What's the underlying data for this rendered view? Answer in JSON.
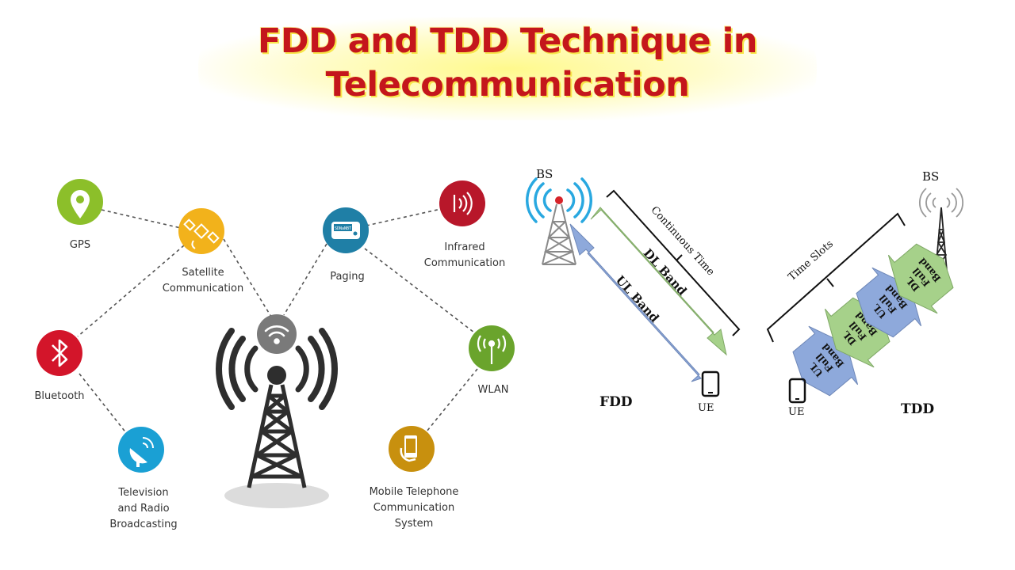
{
  "title": {
    "line1": "FDD and TDD Technique in",
    "line2": "Telecommunication"
  },
  "network": {
    "nodes": {
      "gps": [
        "GPS"
      ],
      "satellite": [
        "Satellite",
        "Communication"
      ],
      "bluetooth": [
        "Bluetooth"
      ],
      "tv_radio": [
        "Television",
        "and Radio",
        "Broadcasting"
      ],
      "paging": [
        "Paging"
      ],
      "infrared": [
        "Infrared",
        "Communication"
      ],
      "wlan": [
        "WLAN"
      ],
      "mobile": [
        "Mobile Telephone",
        "Communication",
        "System"
      ]
    },
    "colors": {
      "gps": "#8cbf2a",
      "satellite": "#f2b21b",
      "bluetooth": "#d3152a",
      "tv_radio": "#1aa0d4",
      "paging": "#1f7fa6",
      "infrared": "#b8172a",
      "wlan": "#6aa42c",
      "mobile": "#c8900e",
      "hub": "#7a7a7a",
      "tower": "#2e2e2e"
    },
    "icons": {
      "gps": "map-pin-icon",
      "satellite": "satellite-icon",
      "bluetooth": "bluetooth-icon",
      "tv_radio": "satellite-dish-icon",
      "paging": "pager-icon",
      "infrared": "infrared-icon",
      "wlan": "wlan-antenna-icon",
      "mobile": "mobile-phone-icon",
      "hub": "wifi-icon"
    },
    "pager_screen_text": "SDNaNBT"
  },
  "fdd": {
    "bs_label": "BS",
    "ue_label": "UE",
    "title": "FDD",
    "dl_band": "DL Band",
    "ul_band": "UL Band",
    "continuous_time": "Continuous Time",
    "dl_color": "#a6d18a",
    "ul_color": "#8ea9db"
  },
  "tdd": {
    "bs_label": "BS",
    "ue_label": "UE",
    "title": "TDD",
    "time_slots": "Time Slots",
    "slots": [
      {
        "type": "UL",
        "lines": [
          "UL",
          "Full",
          "Band"
        ]
      },
      {
        "type": "DL",
        "lines": [
          "DL",
          "Full",
          "Band"
        ]
      },
      {
        "type": "UL",
        "lines": [
          "UL",
          "Full",
          "Band"
        ]
      },
      {
        "type": "DL",
        "lines": [
          "DL",
          "Full",
          "Band"
        ]
      }
    ]
  }
}
